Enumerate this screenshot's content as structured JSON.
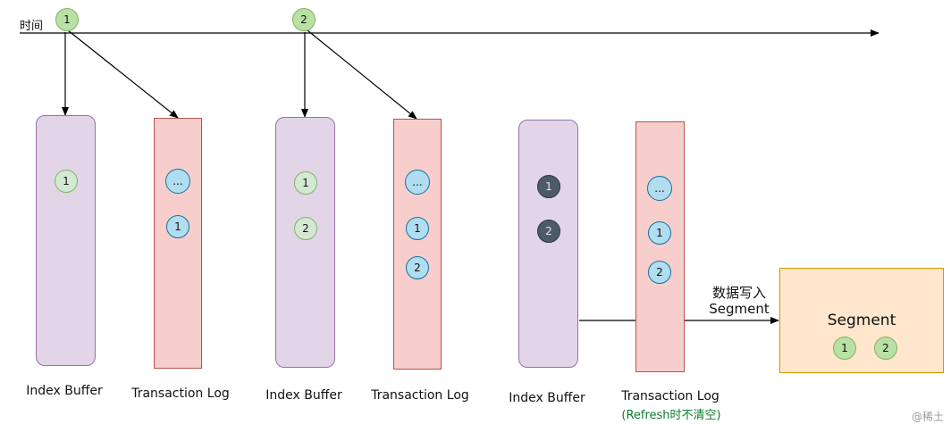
{
  "timeline": {
    "label": "时间",
    "events": [
      "1",
      "2"
    ]
  },
  "stages": [
    {
      "index_buffer": {
        "label": "Index Buffer",
        "docs": [
          "1"
        ]
      },
      "transaction_log": {
        "label": "Transaction Log",
        "docs": [
          "...",
          "1"
        ]
      }
    },
    {
      "index_buffer": {
        "label": "Index Buffer",
        "docs": [
          "1",
          "2"
        ]
      },
      "transaction_log": {
        "label": "Transaction Log",
        "docs": [
          "...",
          "1",
          "2"
        ]
      }
    },
    {
      "index_buffer": {
        "label": "Index Buffer",
        "docs": [
          "1",
          "2"
        ]
      },
      "transaction_log": {
        "label": "Transaction Log",
        "note": "(Refresh时不清空)",
        "docs": [
          "...",
          "1",
          "2"
        ]
      }
    }
  ],
  "flush": {
    "label_line1": "数据写入",
    "label_line2": "Segment"
  },
  "segment": {
    "title": "Segment",
    "docs": [
      "1",
      "2"
    ]
  },
  "watermark": "@稀土"
}
